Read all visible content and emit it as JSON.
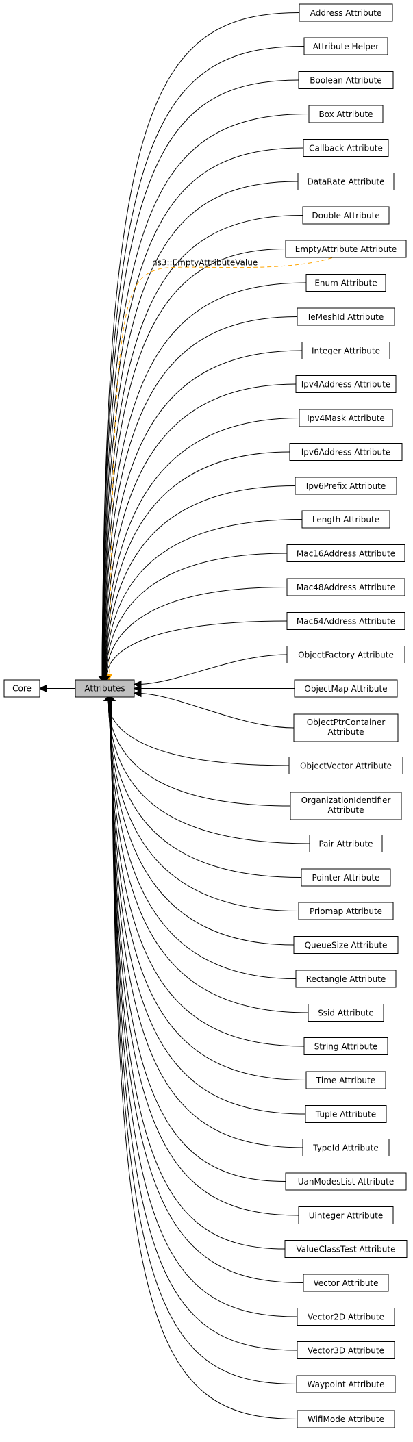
{
  "diagram": {
    "type": "collaboration-graph",
    "root": {
      "id": "core",
      "label": "Core"
    },
    "current": {
      "id": "attributes",
      "label": "Attributes",
      "fill": "#bfbfbf"
    },
    "root_edge": {
      "from": "attributes",
      "to": "core"
    },
    "children": [
      {
        "id": "address",
        "lines": [
          "Address Attribute"
        ]
      },
      {
        "id": "attribute-helper",
        "lines": [
          "Attribute Helper"
        ]
      },
      {
        "id": "boolean",
        "lines": [
          "Boolean Attribute"
        ]
      },
      {
        "id": "box",
        "lines": [
          "Box Attribute"
        ]
      },
      {
        "id": "callback",
        "lines": [
          "Callback Attribute"
        ]
      },
      {
        "id": "datarate",
        "lines": [
          "DataRate Attribute"
        ]
      },
      {
        "id": "double",
        "lines": [
          "Double Attribute"
        ]
      },
      {
        "id": "emptyattribute",
        "lines": [
          "EmptyAttribute Attribute"
        ],
        "extra_edge": {
          "label": "ns3::EmptyAttributeValue",
          "color": "#ffa500",
          "style": "dashed"
        }
      },
      {
        "id": "enum",
        "lines": [
          "Enum Attribute"
        ]
      },
      {
        "id": "iemeshid",
        "lines": [
          "IeMeshId Attribute"
        ]
      },
      {
        "id": "integer",
        "lines": [
          "Integer Attribute"
        ]
      },
      {
        "id": "ipv4address",
        "lines": [
          "Ipv4Address Attribute"
        ]
      },
      {
        "id": "ipv4mask",
        "lines": [
          "Ipv4Mask Attribute"
        ]
      },
      {
        "id": "ipv6address",
        "lines": [
          "Ipv6Address Attribute"
        ]
      },
      {
        "id": "ipv6prefix",
        "lines": [
          "Ipv6Prefix Attribute"
        ]
      },
      {
        "id": "length",
        "lines": [
          "Length Attribute"
        ]
      },
      {
        "id": "mac16address",
        "lines": [
          "Mac16Address Attribute"
        ]
      },
      {
        "id": "mac48address",
        "lines": [
          "Mac48Address Attribute"
        ]
      },
      {
        "id": "mac64address",
        "lines": [
          "Mac64Address Attribute"
        ]
      },
      {
        "id": "objectfactory",
        "lines": [
          "ObjectFactory Attribute"
        ]
      },
      {
        "id": "objectmap",
        "lines": [
          "ObjectMap Attribute"
        ]
      },
      {
        "id": "objectptrcontainer",
        "lines": [
          "ObjectPtrContainer",
          "Attribute"
        ]
      },
      {
        "id": "objectvector",
        "lines": [
          "ObjectVector Attribute"
        ]
      },
      {
        "id": "organizationidentifier",
        "lines": [
          "OrganizationIdentifier",
          "Attribute"
        ]
      },
      {
        "id": "pair",
        "lines": [
          "Pair Attribute"
        ]
      },
      {
        "id": "pointer",
        "lines": [
          "Pointer Attribute"
        ]
      },
      {
        "id": "priomap",
        "lines": [
          "Priomap Attribute"
        ]
      },
      {
        "id": "queuesize",
        "lines": [
          "QueueSize Attribute"
        ]
      },
      {
        "id": "rectangle",
        "lines": [
          "Rectangle Attribute"
        ]
      },
      {
        "id": "ssid",
        "lines": [
          "Ssid Attribute"
        ]
      },
      {
        "id": "string",
        "lines": [
          "String Attribute"
        ]
      },
      {
        "id": "time",
        "lines": [
          "Time Attribute"
        ]
      },
      {
        "id": "tuple",
        "lines": [
          "Tuple Attribute"
        ]
      },
      {
        "id": "typeid",
        "lines": [
          "TypeId Attribute"
        ]
      },
      {
        "id": "uanmodeslist",
        "lines": [
          "UanModesList Attribute"
        ]
      },
      {
        "id": "uinteger",
        "lines": [
          "Uinteger Attribute"
        ]
      },
      {
        "id": "valueclasstest",
        "lines": [
          "ValueClassTest Attribute"
        ]
      },
      {
        "id": "vector",
        "lines": [
          "Vector Attribute"
        ]
      },
      {
        "id": "vector2d",
        "lines": [
          "Vector2D Attribute"
        ]
      },
      {
        "id": "vector3d",
        "lines": [
          "Vector3D Attribute"
        ]
      },
      {
        "id": "waypoint",
        "lines": [
          "Waypoint Attribute"
        ]
      },
      {
        "id": "wifimode",
        "lines": [
          "WifiMode Attribute"
        ]
      }
    ]
  }
}
